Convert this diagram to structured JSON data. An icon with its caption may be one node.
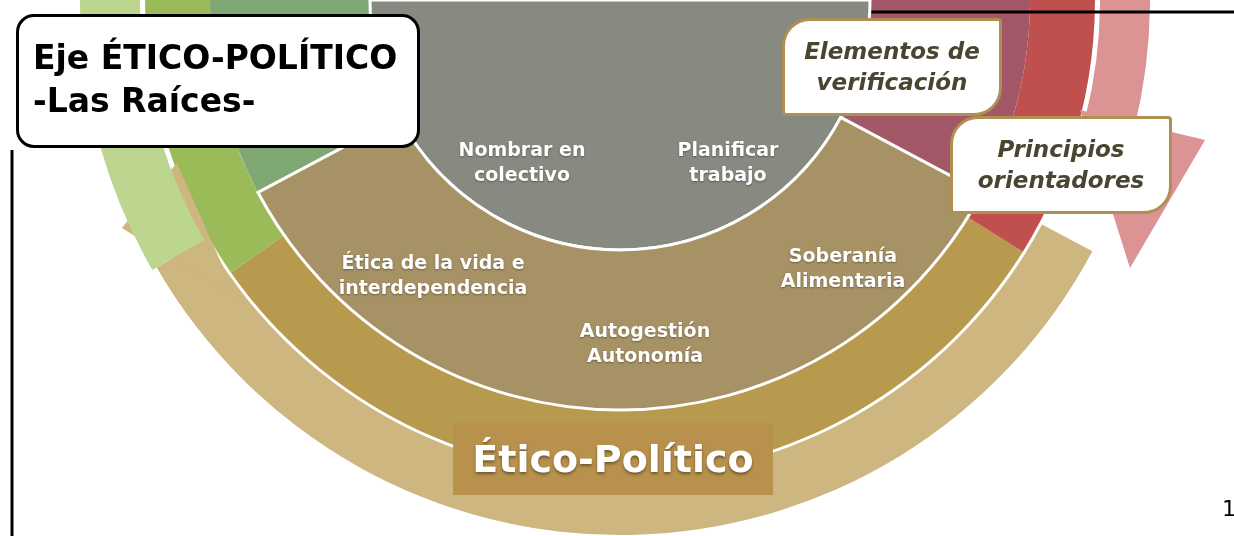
{
  "diagram": {
    "title": "Eje ÉTICO-POLÍTICO -Las Raíces-",
    "nodes": [
      {
        "text": [
          "Nombrar en colectivo",
          "Planificar trabajo"
        ]
      },
      {
        "text": [
          "Ética de la vida e interdependencia",
          "Autogestión Autonomía",
          "Soberanía Alimentaria"
        ]
      },
      {
        "text": [
          "Ético-Político"
        ]
      },
      {
        "text": [
          "Elementos de verificación"
        ]
      },
      {
        "text": [
          "Principios orientadores"
        ]
      }
    ],
    "labels": [
      "1"
    ]
  }
}
